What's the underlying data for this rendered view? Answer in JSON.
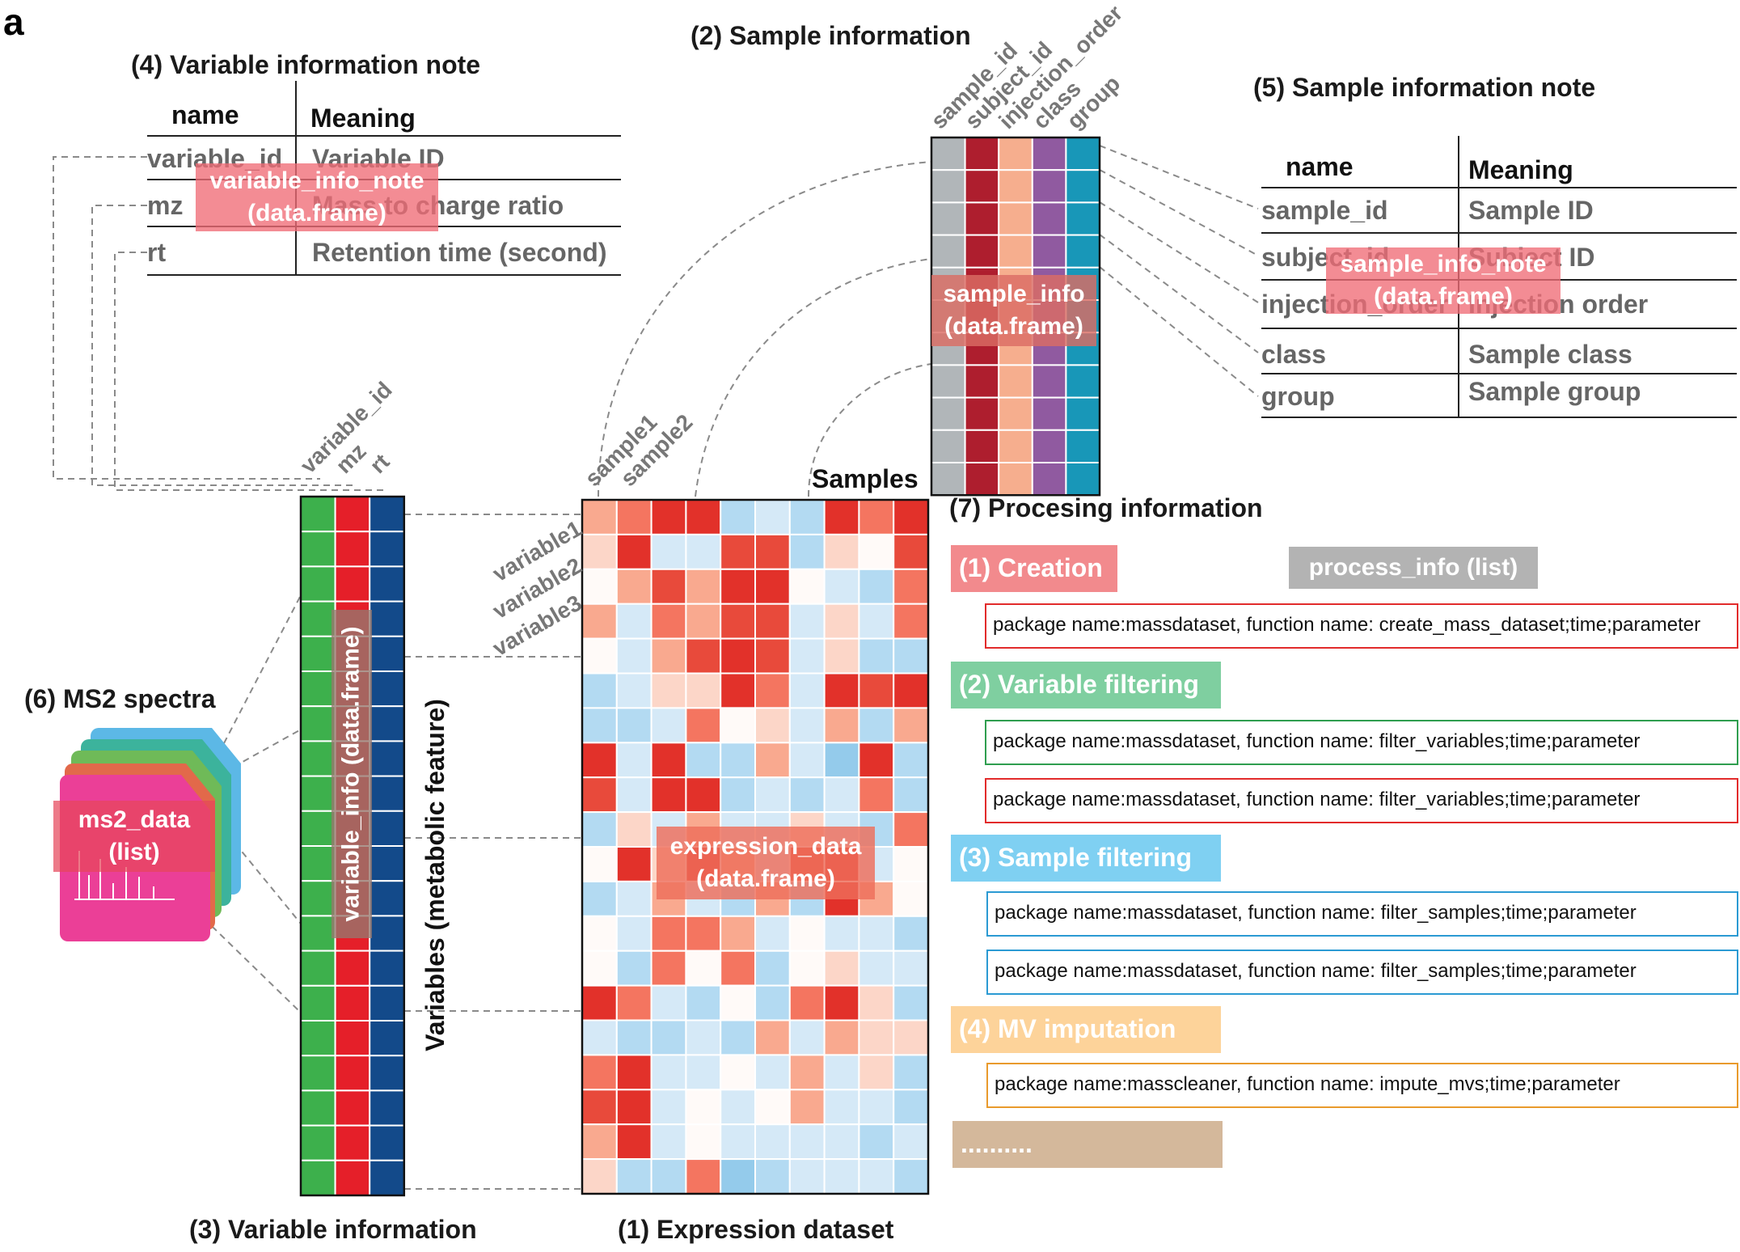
{
  "figure": {
    "panel_letter": "a"
  },
  "expression": {
    "title": "(1) Expression dataset",
    "samples_label": "Samples",
    "variables_axis_label": "Variables (metabolic feature)",
    "matrix_label_line1": "expression_data",
    "matrix_label_line2": "(data.frame)",
    "column_labels": [
      "sample1",
      "sample2"
    ],
    "row_labels": [
      "variable1",
      "variable2",
      "variable3"
    ],
    "grid": [
      [
        -2,
        -3,
        -5,
        -5,
        2,
        1,
        2,
        -5,
        -3,
        -5
      ],
      [
        -1,
        -5,
        1,
        1,
        -4,
        -4,
        2,
        -1,
        0,
        -4
      ],
      [
        0,
        -2,
        -4,
        -2,
        -5,
        -5,
        0,
        1,
        2,
        -3
      ],
      [
        -2,
        1,
        -3,
        -2,
        -4,
        -4,
        1,
        -1,
        1,
        -3
      ],
      [
        0,
        1,
        -2,
        -4,
        -5,
        -4,
        1,
        -1,
        2,
        2
      ],
      [
        2,
        1,
        -1,
        -1,
        -5,
        -3,
        1,
        -5,
        -4,
        -5
      ],
      [
        2,
        2,
        1,
        -3,
        0,
        -1,
        1,
        -2,
        2,
        -2
      ],
      [
        -5,
        1,
        -5,
        2,
        2,
        -2,
        1,
        3,
        -5,
        2
      ],
      [
        -4,
        1,
        -5,
        -5,
        2,
        1,
        2,
        1,
        -3,
        2
      ],
      [
        2,
        -1,
        1,
        -2,
        1,
        1,
        -1,
        1,
        2,
        -3
      ],
      [
        0,
        -5,
        -1,
        -5,
        -2,
        1,
        -4,
        -5,
        1,
        0
      ],
      [
        2,
        1,
        -2,
        1,
        2,
        -2,
        2,
        -5,
        -2,
        0
      ],
      [
        0,
        1,
        -3,
        -3,
        -2,
        1,
        0,
        1,
        1,
        2
      ],
      [
        0,
        2,
        -3,
        0,
        -3,
        2,
        0,
        -1,
        1,
        1
      ],
      [
        -5,
        -3,
        1,
        2,
        0,
        2,
        -3,
        -5,
        -1,
        2
      ],
      [
        1,
        2,
        2,
        1,
        2,
        -2,
        1,
        -2,
        -1,
        -1
      ],
      [
        -3,
        -5,
        1,
        1,
        0,
        1,
        -2,
        1,
        -1,
        2
      ],
      [
        -4,
        -5,
        1,
        0,
        1,
        0,
        -2,
        1,
        1,
        2
      ],
      [
        -2,
        -5,
        1,
        0,
        1,
        1,
        1,
        1,
        2,
        1
      ],
      [
        -1,
        2,
        2,
        -3,
        3,
        2,
        1,
        1,
        1,
        2
      ]
    ]
  },
  "sample_info": {
    "title": "(2) Sample information",
    "label_line1": "sample_info",
    "label_line2": "(data.frame)",
    "columns": [
      "sample_id",
      "subject_id",
      "injection_order",
      "class",
      "group"
    ],
    "column_colors": [
      "#b1b6b9",
      "#ae1e2e",
      "#f6ae8e",
      "#905aa0",
      "#1897b8"
    ]
  },
  "variable_info": {
    "title": "(3) Variable information",
    "label": "variable_info (data.frame)",
    "columns": [
      "variable_id",
      "mz",
      "rt"
    ],
    "column_colors": [
      "#3db04c",
      "#e51f29",
      "#134a8a"
    ]
  },
  "variable_note": {
    "title": "(4) Variable information note",
    "header_name": "name",
    "header_meaning": "Meaning",
    "overlay_line1": "variable_info_note",
    "overlay_line2": "(data.frame)",
    "rows": [
      {
        "name": "variable_id",
        "meaning": "Variable ID"
      },
      {
        "name": "mz",
        "meaning": "Mass to charge ratio"
      },
      {
        "name": "rt",
        "meaning": "Retention time (second)"
      }
    ]
  },
  "sample_note": {
    "title": "(5) Sample information note",
    "header_name": "name",
    "header_meaning": "Meaning",
    "overlay_line1": "sample_info_note",
    "overlay_line2": "(data.frame)",
    "rows": [
      {
        "name": "sample_id",
        "meaning": "Sample ID"
      },
      {
        "name": "subject_id",
        "meaning": "Subject ID"
      },
      {
        "name": "injection_order",
        "meaning": "Injection order"
      },
      {
        "name": "class",
        "meaning": "Sample class"
      },
      {
        "name": "group",
        "meaning": "Sample group"
      }
    ]
  },
  "ms2": {
    "title": "(6) MS2 spectra",
    "label_line1": "ms2_data",
    "label_line2": "(list)",
    "card_colors": [
      "#5cb8e6",
      "#3cb39c",
      "#6fba58",
      "#e2694a",
      "#eb3f97"
    ]
  },
  "processing": {
    "title": "(7) Procesing information",
    "list_label": "process_info (list)",
    "steps": [
      {
        "label": "(1) Creation",
        "color": "#f28a8d",
        "border": "#e22b2b",
        "entries": [
          "package name:massdataset, function name: create_mass_dataset;time;parameter"
        ]
      },
      {
        "label": "(2) Variable filtering",
        "color": "#7fcfa0",
        "border": "#2f9e4f",
        "entries": [
          "package name:massdataset, function name: filter_variables;time;parameter",
          "package name:massdataset, function name: filter_variables;time;parameter"
        ]
      },
      {
        "label": "(3) Sample filtering",
        "color": "#7fd0f2",
        "border": "#2b9ad3",
        "entries": [
          "package name:massdataset, function name: filter_samples;time;parameter",
          "package name:massdataset, function name: filter_samples;time;parameter"
        ]
      },
      {
        "label": "(4) MV imputation",
        "color": "#fdd39a",
        "border": "#e99a2c",
        "entries": [
          "package name:masscleaner, function name: impute_mvs;time;parameter"
        ]
      }
    ],
    "ellipsis": "..........",
    "ellipsis_color": "#d4b89b"
  }
}
